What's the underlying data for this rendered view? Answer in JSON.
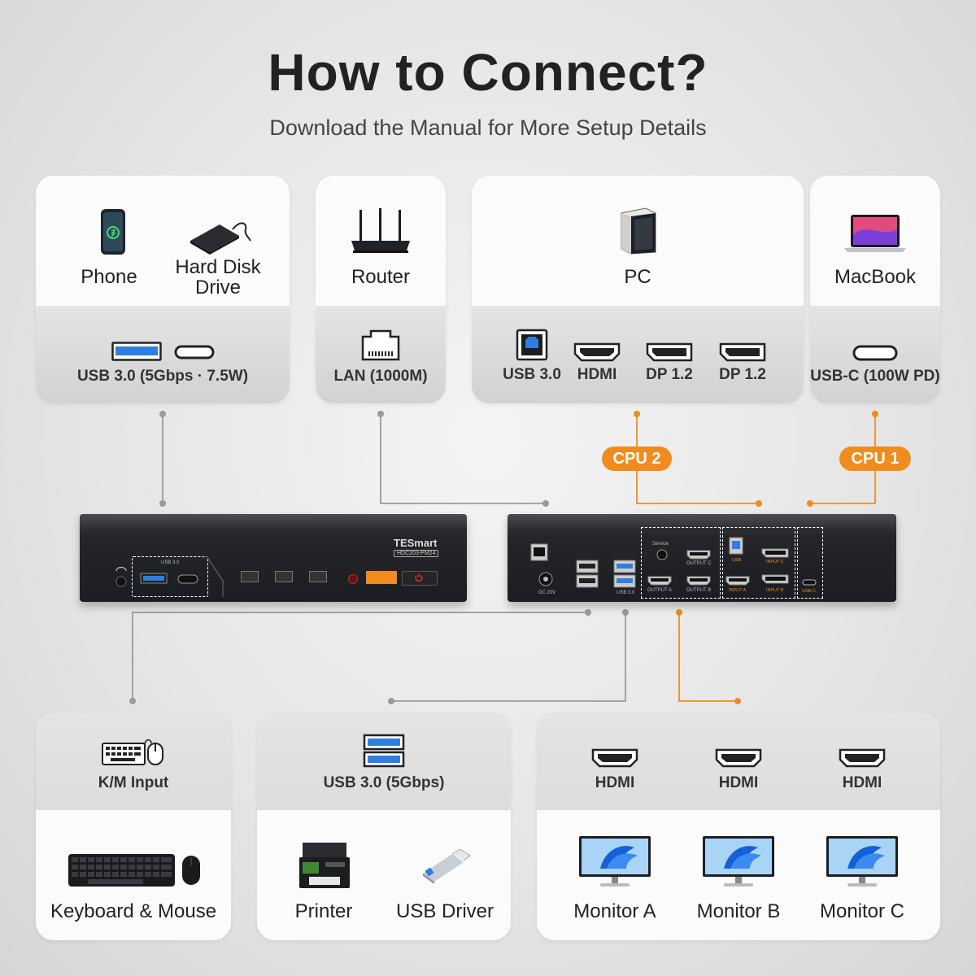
{
  "header": {
    "title": "How to Connect?",
    "subtitle": "Download the Manual for More Setup Details"
  },
  "top_cards": {
    "phone_label": "Phone",
    "hdd_label": "Hard Disk Drive",
    "router_label": "Router",
    "pc_label": "PC",
    "macbook_label": "MacBook",
    "usb30_power_port": "USB 3.0 (5Gbps · 7.5W)",
    "lan_port": "LAN (1000M)",
    "pc_ports": [
      "USB 3.0",
      "HDMI",
      "DP 1.2",
      "DP 1.2"
    ],
    "usbc_port": "USB-C (100W PD)"
  },
  "badges": {
    "cpu2": "CPU 2",
    "cpu1": "CPU 1"
  },
  "device": {
    "brand": "TESmart",
    "model": "HDC203-PM24",
    "front_usb_label": "USB 3.0",
    "rear_labels": {
      "service": "Service",
      "dc": "DC 20V",
      "usb30": "USB 3.0",
      "output_a": "OUTPUT A",
      "output_b": "OUTPUT B",
      "output_c": "OUTPUT C",
      "usb": "USB",
      "input_a": "INPUT A",
      "input_b": "INPUT B",
      "input_c": "INPUT C",
      "usbc": "USB-C"
    }
  },
  "bottom_cards": {
    "km_port": "K/M Input",
    "usb_port": "USB 3.0 (5Gbps)",
    "hdmi_ports": [
      "HDMI",
      "HDMI",
      "HDMI"
    ],
    "km_device": "Keyboard & Mouse",
    "printer": "Printer",
    "usb_driver": "USB Driver",
    "monitors": [
      "Monitor A",
      "Monitor B",
      "Monitor C"
    ]
  },
  "colors": {
    "accent": "#f08c1e",
    "line_gray": "#9a9a9a",
    "card": "#fbfbfb",
    "card_dark": "#d8d8d8"
  },
  "icons": [
    "phone-icon",
    "hard-disk-icon",
    "router-icon",
    "pc-tower-icon",
    "laptop-icon",
    "usb-a-port-icon",
    "usb-c-port-icon",
    "ethernet-port-icon",
    "usb-b-port-icon",
    "hdmi-port-icon",
    "displayport-icon",
    "keyboard-mouse-icon",
    "printer-icon",
    "usb-stick-icon",
    "monitor-icon"
  ]
}
